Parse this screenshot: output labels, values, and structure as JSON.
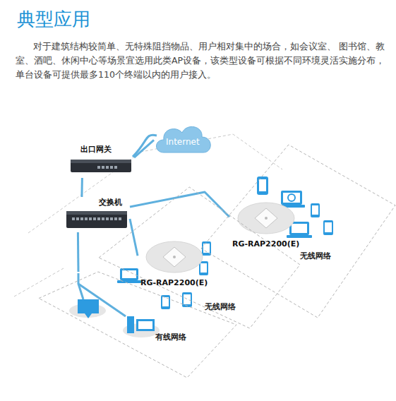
{
  "diagram": {
    "title": "典型应用",
    "nodes": [
      {
        "text": [
          "Internet"
        ]
      },
      {
        "text": [
          "出口网关"
        ]
      },
      {
        "text": [
          "交换机"
        ]
      },
      {
        "text": [
          "无线网络"
        ]
      },
      {
        "text": [
          "RG-RAP2200(E)"
        ],
        "in": 3
      },
      {
        "text": [
          "无线网络"
        ]
      },
      {
        "text": [
          "RG-RAP2200(E)"
        ],
        "in": 5
      },
      {
        "text": [
          "有线网络"
        ]
      }
    ],
    "edges": [
      {
        "from": 0,
        "to": 1,
        "arrow": "none"
      },
      {
        "from": 1,
        "to": 2,
        "arrow": "none"
      },
      {
        "from": 2,
        "to": 6,
        "arrow": "none"
      },
      {
        "from": 2,
        "to": 4,
        "arrow": "none"
      },
      {
        "from": 2,
        "to": 7,
        "arrow": "none"
      }
    ],
    "labels": [
      "对于建筑结构较简单、无特殊阻挡物品、用户相对集中的场合，如会议室、 图书馆、教室、酒吧、休闲中心等场景宜选用此类AP设备，该类型设备可根据不同环境灵活实施分布，单台设备可提供最多110个终端以内的用户接入。"
    ]
  }
}
